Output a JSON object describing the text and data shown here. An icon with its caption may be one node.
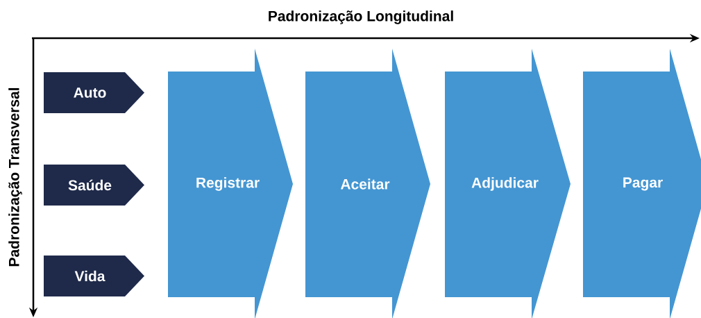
{
  "diagram": {
    "nodes": [
      {
        "text": [
          "Auto"
        ]
      },
      {
        "text": [
          "Saúde"
        ]
      },
      {
        "text": [
          "Vida"
        ]
      },
      {
        "text": [
          "Registrar"
        ]
      },
      {
        "text": [
          "Aceitar"
        ]
      },
      {
        "text": [
          "Adjudicar"
        ]
      },
      {
        "text": [
          "Pagar"
        ]
      }
    ],
    "labels": [
      "Padronização Longitudinal",
      "Padronização Transversal"
    ]
  }
}
